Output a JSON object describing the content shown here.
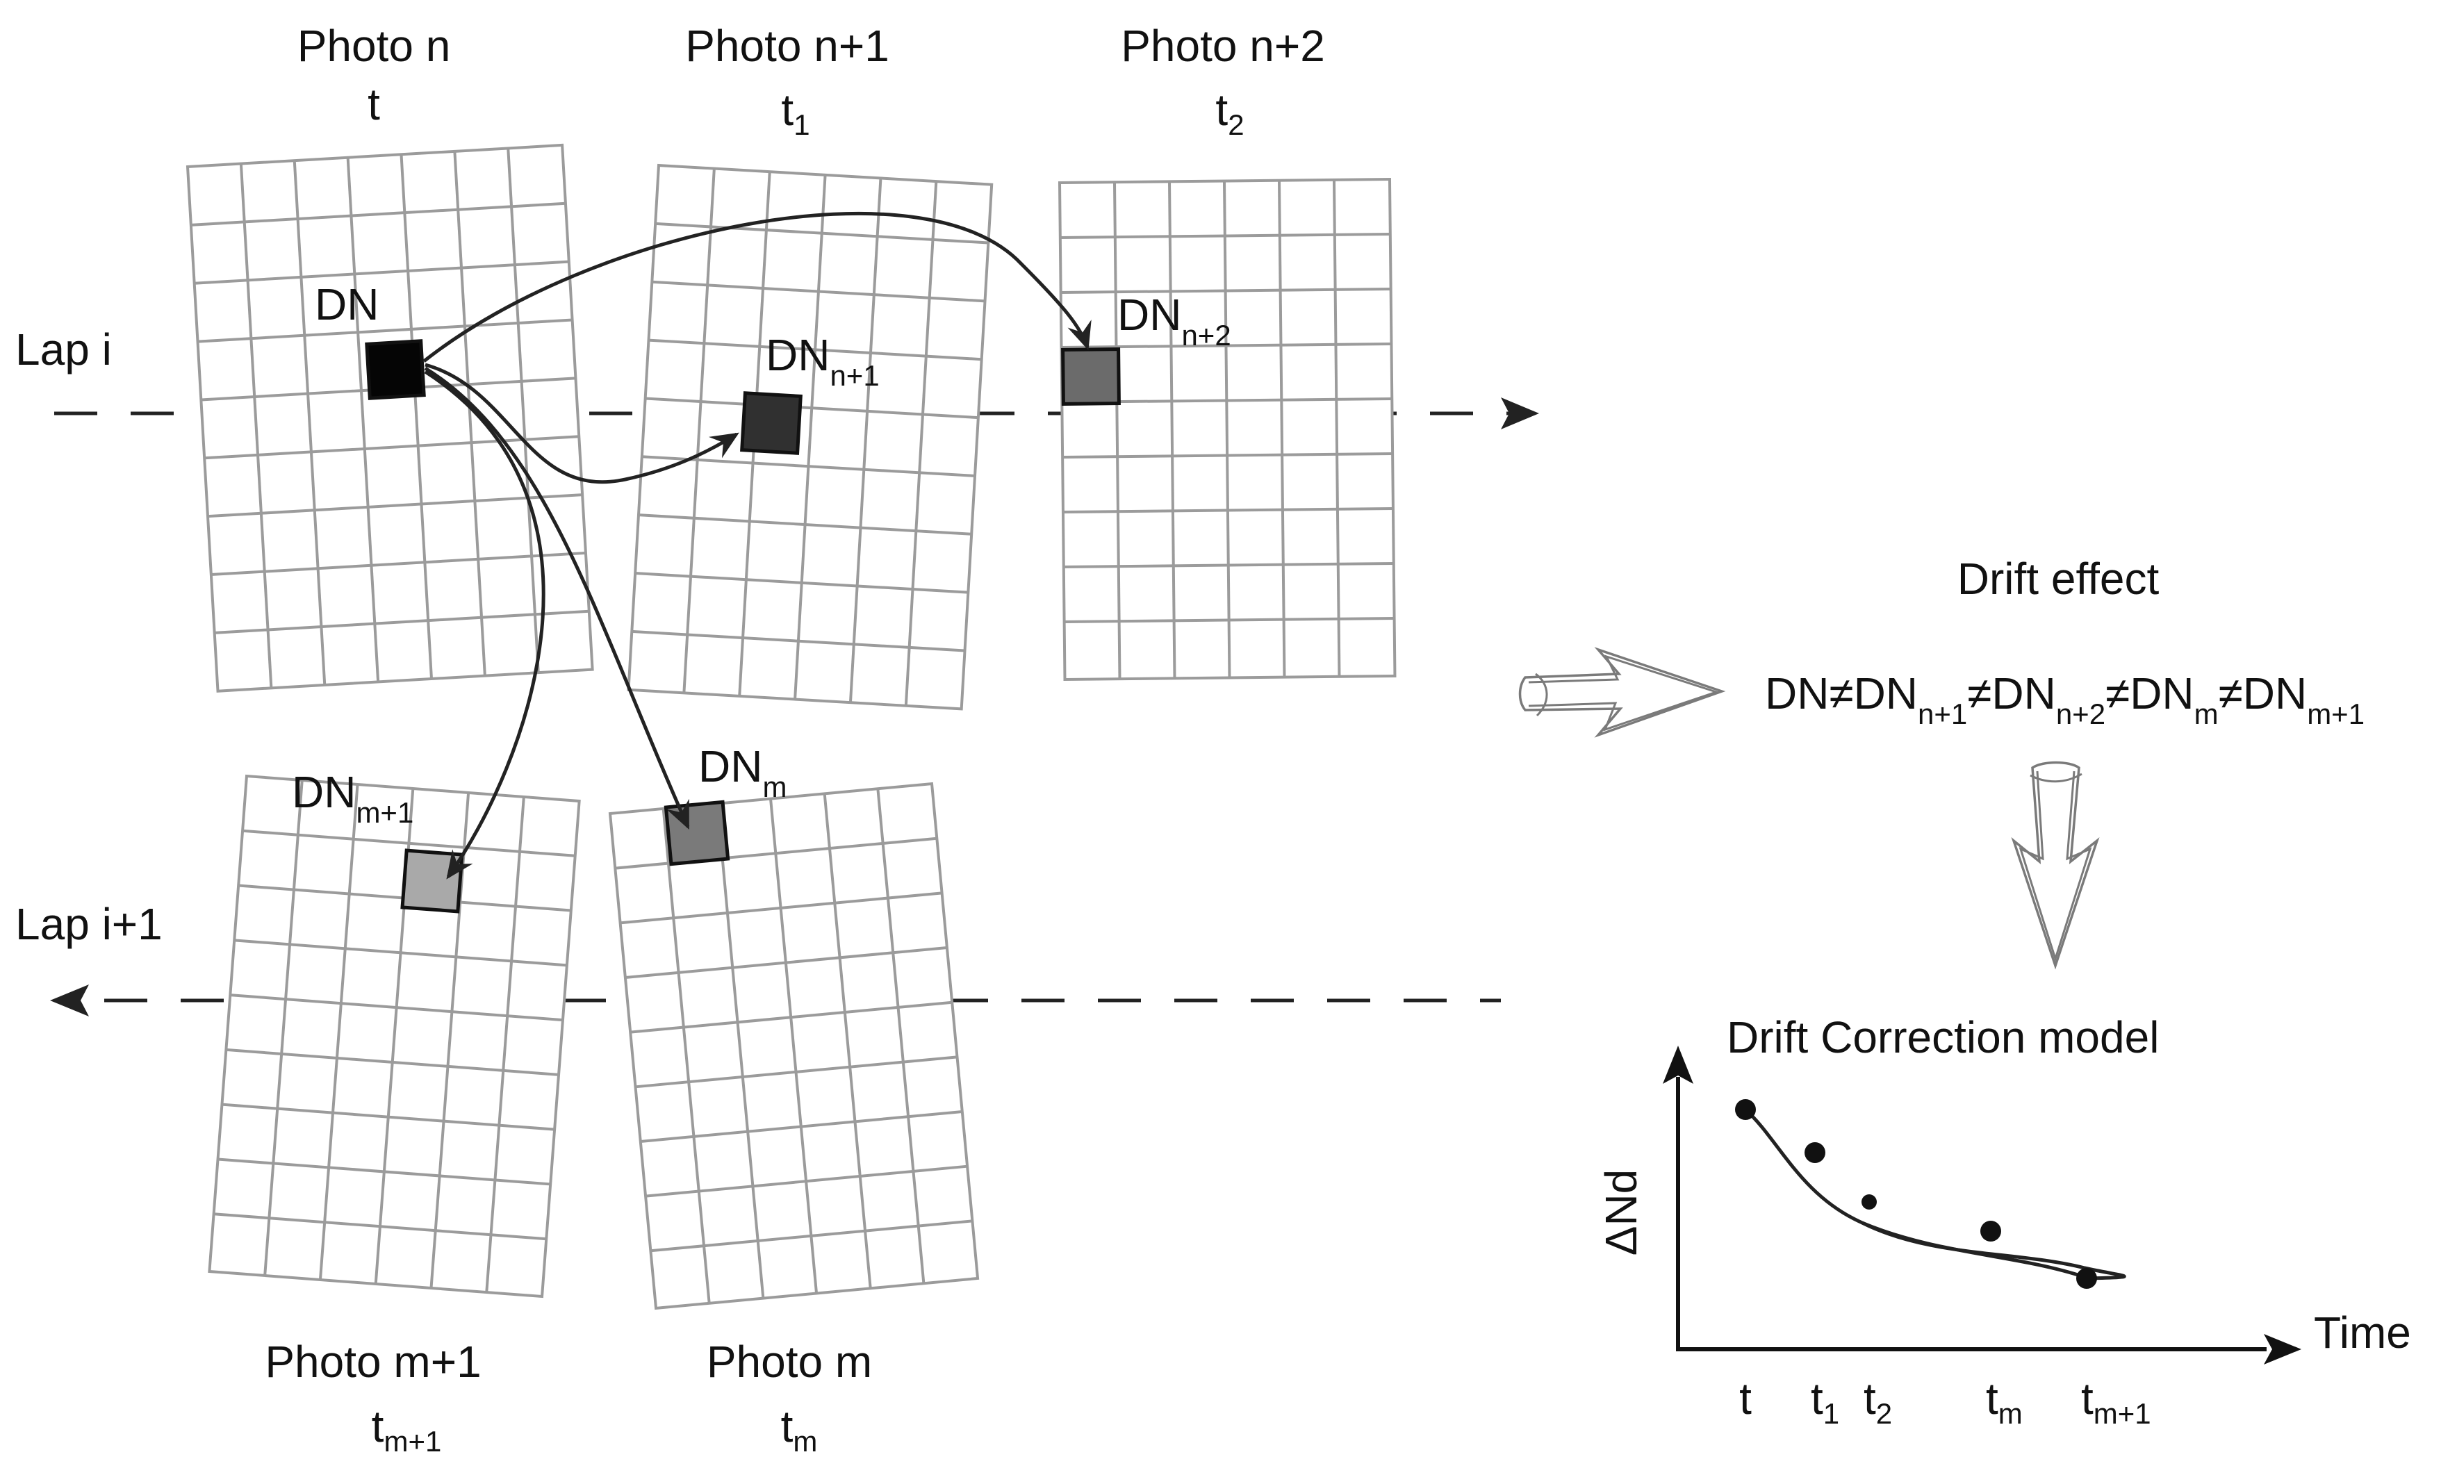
{
  "photos": {
    "n": {
      "title": "Photo n",
      "time": "t",
      "time_sub": ""
    },
    "n1": {
      "title": "Photo n+1",
      "time": "t",
      "time_sub": "1"
    },
    "n2": {
      "title": "Photo n+2",
      "time": "t",
      "time_sub": "2"
    },
    "m1": {
      "title": "Photo m+1",
      "time": "t",
      "time_sub": "m+1"
    },
    "m": {
      "title": "Photo m",
      "time": "t",
      "time_sub": "m"
    }
  },
  "pixels": {
    "dn": {
      "label": "DN",
      "sub": "",
      "fill": "#050505"
    },
    "dn_n1": {
      "label": "DN",
      "sub": "n+1",
      "fill": "#303030"
    },
    "dn_n2": {
      "label": "DN",
      "sub": "n+2",
      "fill": "#6b6b6b"
    },
    "dn_m": {
      "label": "DN",
      "sub": "m",
      "fill": "#7a7a7a"
    },
    "dn_m1": {
      "label": "DN",
      "sub": "m+1",
      "fill": "#a9a9a9"
    }
  },
  "laps": {
    "lap_i": "Lap i",
    "lap_i1": "Lap i+1"
  },
  "drift": {
    "title": "Drift effect",
    "inequality": [
      {
        "t": "DN≠DN",
        "s": "n+1"
      },
      {
        "t": "≠DN",
        "s": "n+2"
      },
      {
        "t": "≠DN",
        "s": "m"
      },
      {
        "t": "≠DN",
        "s": "m+1"
      }
    ]
  },
  "model": {
    "title": "Drift Correction model",
    "ylabel": "ΔNd",
    "xlabel": "Time",
    "ticks": [
      {
        "t": "t",
        "s": ""
      },
      {
        "t": "t",
        "s": "1"
      },
      {
        "t": "t",
        "s": "2"
      },
      {
        "t": "t",
        "s": "m"
      },
      {
        "t": "t",
        "s": "m+1"
      }
    ]
  },
  "colors": {
    "grid": "#9b9b9b",
    "ink": "#111111",
    "sketch": "#7a7a7a"
  }
}
